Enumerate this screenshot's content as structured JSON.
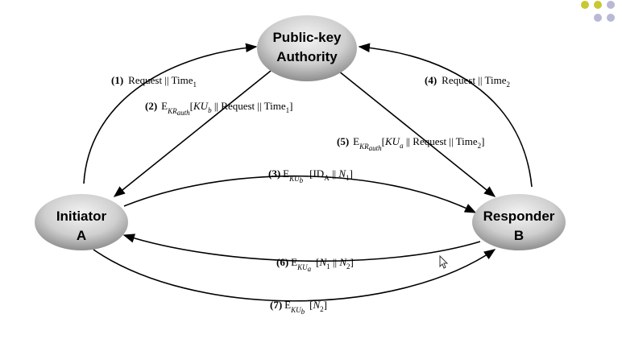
{
  "diagram": {
    "nodes": {
      "authority": {
        "line1": "Public-key",
        "line2": "Authority"
      },
      "initiator": {
        "line1": "Initiator",
        "line2": "A"
      },
      "responder": {
        "line1": "Responder",
        "line2": "B"
      }
    },
    "steps": {
      "s1": {
        "num": "(1)",
        "text": "Request || Time",
        "sub": "1"
      },
      "s2": {
        "num": "(2)",
        "e": "E",
        "key": "KR",
        "keysub": "auth",
        "body1": "[",
        "kub": "KU",
        "kubsub": "b",
        "body2": " || Request || Time",
        "tsub": "1",
        "end": "]"
      },
      "s3": {
        "num": "(3)",
        "e": "E",
        "key": "KU",
        "keysub": "b",
        "body": "[ID",
        "idsub": "A",
        "mid": " || ",
        "n1": "N",
        "n1sub": "1",
        "end": "]"
      },
      "s4": {
        "num": "(4)",
        "text": "Request || Time",
        "sub": "2"
      },
      "s5": {
        "num": "(5)",
        "e": "E",
        "key": "KR",
        "keysub": "auth",
        "body1": "[",
        "kua": "KU",
        "kuasub": "a",
        "body2": " || Request || Time",
        "tsub": "2",
        "end": "]"
      },
      "s6": {
        "num": "(6)",
        "e": "E",
        "key": "KU",
        "keysub": "a",
        "open": "[",
        "n1": "N",
        "n1sub": "1",
        "mid": " || ",
        "n2": "N",
        "n2sub": "2",
        "end": "]"
      },
      "s7": {
        "num": "(7)",
        "e": "E",
        "key": "KU",
        "keysub": "b",
        "open": "[",
        "n2": "N",
        "n2sub": "2",
        "end": "]"
      }
    },
    "colors": {
      "node_light": "#f2f2f2",
      "node_dark": "#9a9a9a",
      "dot_olive": "#c8c832",
      "dot_lavender": "#b9b9d6"
    }
  }
}
